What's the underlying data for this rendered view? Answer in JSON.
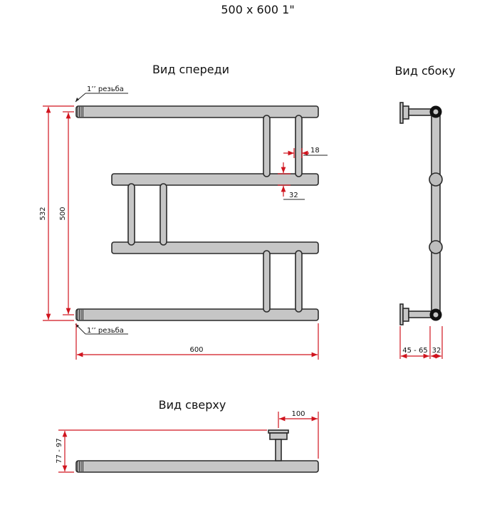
{
  "title": "500 x 600 1\"",
  "views": {
    "front": "Вид спереди",
    "side": "Вид сбоку",
    "top": "Вид сверху"
  },
  "notes": {
    "thread_top": "1’’ резьба",
    "thread_bottom": "1’’ резьба"
  },
  "dimensions": {
    "overall_height": "532",
    "center_height": "500",
    "width": "600",
    "gap": "18",
    "pipe_diameter": "32",
    "wall_distance": "45 - 65",
    "side_pipe": "32",
    "depth": "77 - 97",
    "mount_offset": "100"
  },
  "colors": {
    "pipe_fill": "#c6c6c6",
    "outline": "#2a2a2a",
    "dimension_line": "#d0141e"
  }
}
